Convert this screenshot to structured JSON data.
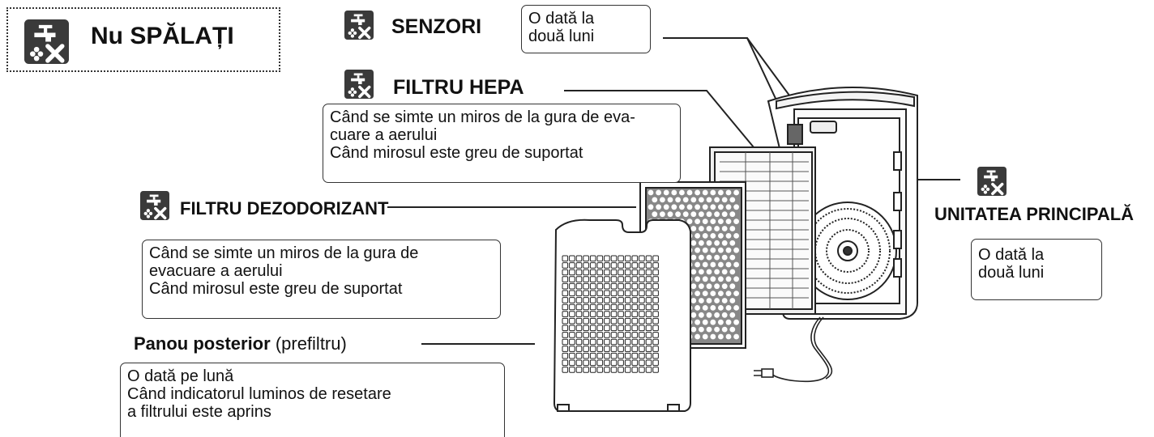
{
  "legend": {
    "icon": "no-wash-icon",
    "text": "Nu SPĂLAȚI"
  },
  "parts": {
    "sensors": {
      "label": "SENZORI",
      "icon": "no-wash-icon",
      "frequency": [
        "O dată la",
        "două luni"
      ]
    },
    "hepa": {
      "label": "FILTRU HEPA",
      "icon": "no-wash-icon",
      "notes": [
        "Când se simte un miros de la gura de eva-",
        "cuare a aerului",
        "Când mirosul este greu de suportat"
      ]
    },
    "deodorizer": {
      "label": "FILTRU DEZODORIZANT",
      "icon": "no-wash-icon",
      "notes": [
        "Când se simte un miros de la gura de",
        "evacuare a aerului",
        "Când mirosul este greu de suportat"
      ]
    },
    "back_panel": {
      "label": "Panou posterior",
      "label_suffix": "(prefiltru)",
      "notes": [
        "O dată pe lună",
        "Când indicatorul luminos de resetare",
        "a filtrului este aprins"
      ]
    },
    "main_unit": {
      "label": "UNITATEA PRINCIPALĂ",
      "icon": "no-wash-icon",
      "frequency": [
        "O dată la",
        "două luni"
      ]
    }
  },
  "colors": {
    "ink": "#111111",
    "icon_bg": "#3a3a3a",
    "line": "#222222",
    "device_shade": "#e8e8e8"
  }
}
